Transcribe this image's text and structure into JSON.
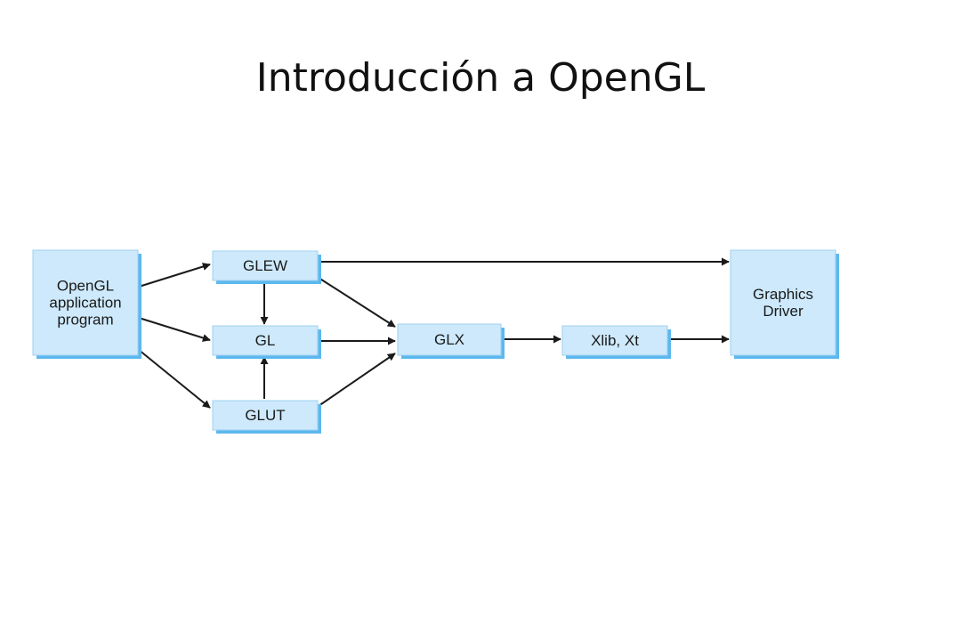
{
  "slide": {
    "title": "Introducción a OpenGL"
  },
  "diagram": {
    "colors": {
      "box_fill": "#cde9fb",
      "box_shadow": "#5bb8ee",
      "box_border": "#9fd0f0",
      "arrow": "#1a1a1a"
    },
    "nodes": {
      "app": [
        "OpenGL",
        "application",
        "program"
      ],
      "glew": [
        "GLEW"
      ],
      "gl": [
        "GL"
      ],
      "glut": [
        "GLUT"
      ],
      "glx": [
        "GLX"
      ],
      "xlib": [
        "Xlib, Xt"
      ],
      "driver": [
        "Graphics",
        "Driver"
      ]
    },
    "edges": [
      {
        "from": "app",
        "to": "glew"
      },
      {
        "from": "app",
        "to": "gl"
      },
      {
        "from": "app",
        "to": "glut"
      },
      {
        "from": "glew",
        "to": "gl"
      },
      {
        "from": "glut",
        "to": "gl"
      },
      {
        "from": "glew",
        "to": "driver"
      },
      {
        "from": "glew",
        "to": "glx"
      },
      {
        "from": "gl",
        "to": "glx"
      },
      {
        "from": "glut",
        "to": "glx"
      },
      {
        "from": "glx",
        "to": "xlib"
      },
      {
        "from": "xlib",
        "to": "driver"
      }
    ]
  }
}
